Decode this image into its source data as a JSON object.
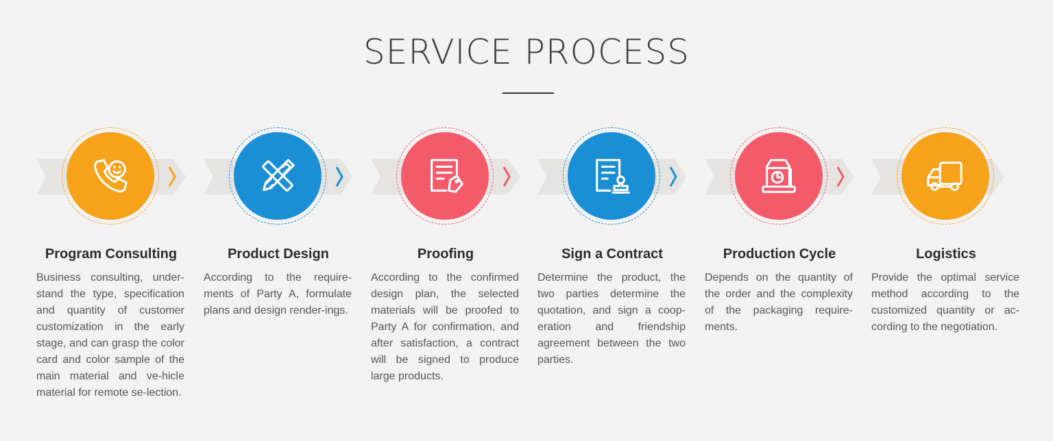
{
  "header": {
    "title": "SERVICE PROCESS"
  },
  "colors": {
    "orange": "#f7a21b",
    "blue": "#1b8fd6",
    "red": "#f35b6a",
    "ribbon": "#e6e4e3",
    "background": "#f3f2f2"
  },
  "steps": [
    {
      "title": "Program Consulting",
      "icon": "phone-smile-icon",
      "color": "#f7a21b",
      "description": "Business consulting, under-stand the type, specification and quantity of customer customization in the early stage, and can grasp the color card and color sample of the main material and ve-hicle material for remote se-lection."
    },
    {
      "title": "Product Design",
      "icon": "pencil-ruler-icon",
      "color": "#1b8fd6",
      "description": "According to the require-ments of Party A, formulate plans and design render-ings."
    },
    {
      "title": "Proofing",
      "icon": "document-tag-icon",
      "color": "#f35b6a",
      "description": "According to the confirmed design plan, the selected materials will be proofed to Party A for confirmation, and after satisfaction, a contract will be signed to produce large products."
    },
    {
      "title": "Sign a Contract",
      "icon": "contract-stamp-icon",
      "color": "#1b8fd6",
      "description": "Determine the product, the two parties determine the quotation, and sign a coop-eration and friendship agreement between the two parties."
    },
    {
      "title": "Production Cycle",
      "icon": "machine-clock-icon",
      "color": "#f35b6a",
      "description": "Depends on the quantity of the order and the complexity of the packaging require-ments."
    },
    {
      "title": "Logistics",
      "icon": "delivery-truck-icon",
      "color": "#f7a21b",
      "description": "Provide the optimal service method according to the customized quantity or ac-cording to the negotiation."
    }
  ]
}
